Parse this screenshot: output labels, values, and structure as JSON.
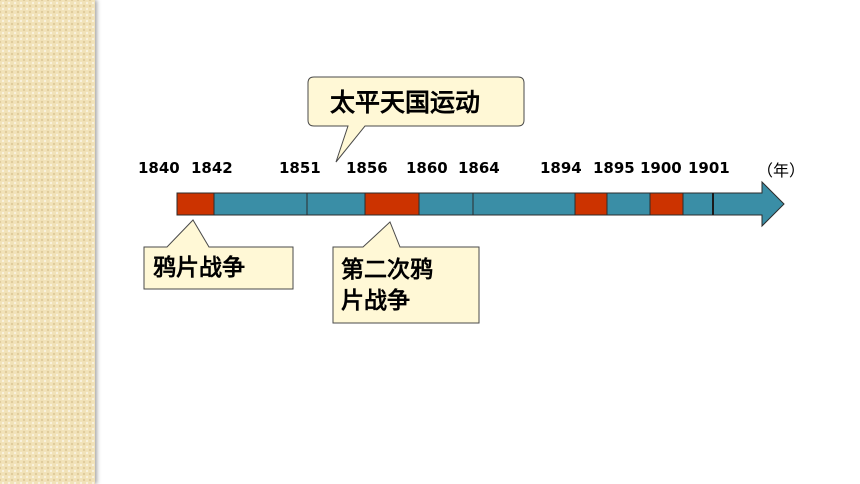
{
  "colors": {
    "bar_blue": "#3a8ea6",
    "bar_red": "#cc3300",
    "callout_fill": "#fff8d6",
    "callout_stroke": "#4a4a4a",
    "panel": "#f1e2b8"
  },
  "timeline": {
    "years": [
      "1840",
      "1842",
      "1851",
      "1856",
      "1860",
      "1864",
      "1894",
      "1895",
      "1900",
      "1901"
    ],
    "unit": "（年）",
    "red_segments": [
      [
        "1840",
        "1842"
      ],
      [
        "1856",
        "1860"
      ],
      [
        "1894",
        "1895"
      ],
      [
        "1900",
        "1901"
      ]
    ]
  },
  "callouts": {
    "taiping": "太平天国运动",
    "opium_war_1": "鸦片战争",
    "opium_war_2_line1": "第二次鸦",
    "opium_war_2_line2": "片战争"
  }
}
